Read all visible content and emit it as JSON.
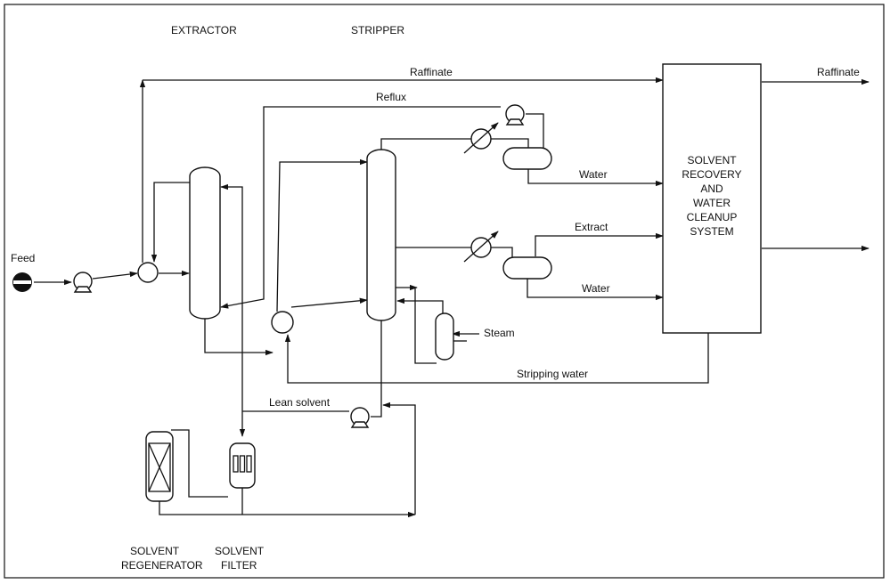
{
  "headings": {
    "extractor": "EXTRACTOR",
    "stripper": "STRIPPER"
  },
  "streams": {
    "feed": "Feed",
    "raffinate_top": "Raffinate",
    "raffinate_out": "Raffinate",
    "reflux": "Reflux",
    "water_top": "Water",
    "extract": "Extract",
    "water_bottom": "Water",
    "steam": "Steam",
    "stripping_water": "Stripping water",
    "lean_solvent": "Lean solvent"
  },
  "recovery_unit": {
    "lines": [
      "SOLVENT",
      "RECOVERY",
      "AND",
      "WATER",
      "CLEANUP",
      "SYSTEM"
    ]
  },
  "bottom_labels": {
    "regenerator_line1": "SOLVENT",
    "regenerator_line2": "REGENERATOR",
    "filter_line1": "SOLVENT",
    "filter_line2": "FILTER"
  }
}
